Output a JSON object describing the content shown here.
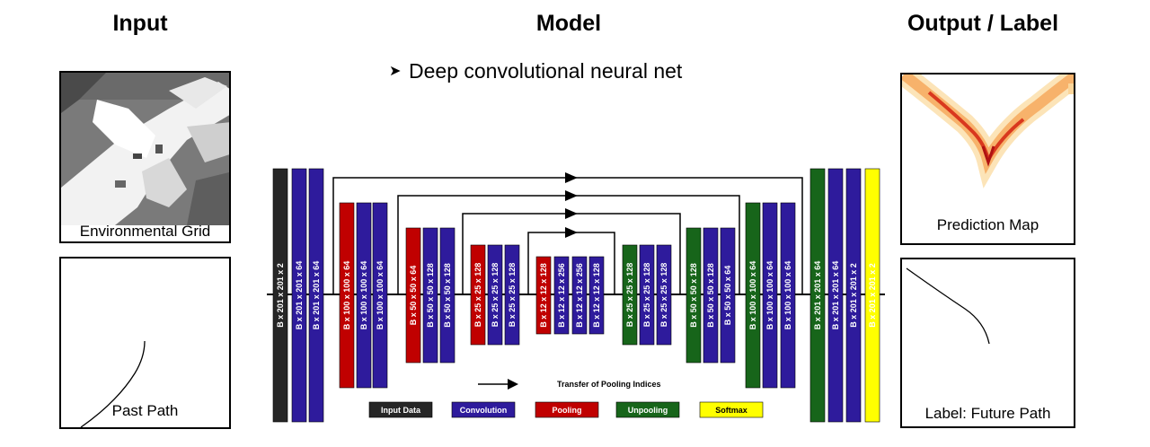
{
  "headings": {
    "input": "Input",
    "model": "Model",
    "output": "Output / Label"
  },
  "subtitle": "Deep convolutional neural net",
  "panels": {
    "environmental_grid": "Environmental Grid",
    "past_path": "Past Path",
    "prediction_map": "Prediction Map",
    "future_path": "Label: Future Path"
  },
  "layers": [
    {
      "type": "input",
      "label": "B x 201 x 201 x 2"
    },
    {
      "type": "conv",
      "label": "B x 201 x 201 x 64"
    },
    {
      "type": "conv",
      "label": "B x 201 x 201 x 64"
    },
    {
      "type": "pool",
      "label": "B x 100 x 100 x 64"
    },
    {
      "type": "conv",
      "label": "B x 100 x 100 x 64"
    },
    {
      "type": "conv",
      "label": "B x 100 x 100 x 64"
    },
    {
      "type": "pool",
      "label": "B x 50 x 50 x 64"
    },
    {
      "type": "conv",
      "label": "B x 50 x 50 x 128"
    },
    {
      "type": "conv",
      "label": "B x 50 x 50 x 128"
    },
    {
      "type": "pool",
      "label": "B x 25 x 25 x 128"
    },
    {
      "type": "conv",
      "label": "B x 25 x 25 x 128"
    },
    {
      "type": "conv",
      "label": "B x 25 x 25 x 128"
    },
    {
      "type": "pool",
      "label": "B x 12 x 12 x 128"
    },
    {
      "type": "conv",
      "label": "B x 12 x 12 x 256"
    },
    {
      "type": "conv",
      "label": "B x 12 x 12 x 256"
    },
    {
      "type": "conv",
      "label": "B x 12 x 12 x 128"
    },
    {
      "type": "unpool",
      "label": "B x 25 x 25 x 128"
    },
    {
      "type": "conv",
      "label": "B x 25 x 25 x 128"
    },
    {
      "type": "conv",
      "label": "B x 25 x 25 x 128"
    },
    {
      "type": "unpool",
      "label": "B x 50 x 50 x 128"
    },
    {
      "type": "conv",
      "label": "B x 50 x 50 x 128"
    },
    {
      "type": "conv",
      "label": "B x 50 x 50 x 64"
    },
    {
      "type": "unpool",
      "label": "B x 100 x 100 x 64"
    },
    {
      "type": "conv",
      "label": "B x 100 x 100 x 64"
    },
    {
      "type": "conv",
      "label": "B x 100 x 100 x 64"
    },
    {
      "type": "unpool",
      "label": "B x 201 x 201 x 64"
    },
    {
      "type": "conv",
      "label": "B x 201 x 201 x 64"
    },
    {
      "type": "conv",
      "label": "B x 201 x 201 x 2"
    },
    {
      "type": "softmax",
      "label": "B x 201 x 201 x 2"
    }
  ],
  "legend": {
    "transfer": "Transfer of Pooling Indices",
    "items": [
      {
        "type": "input",
        "label": "Input Data"
      },
      {
        "type": "conv",
        "label": "Convolution"
      },
      {
        "type": "pool",
        "label": "Pooling"
      },
      {
        "type": "unpool",
        "label": "Unpooling"
      },
      {
        "type": "softmax",
        "label": "Softmax"
      }
    ]
  },
  "colors": {
    "input": "#262626",
    "conv": "#2e1b9c",
    "pool": "#c00000",
    "unpool": "#17651a",
    "softmax": "#ffff00",
    "line": "#000000"
  }
}
